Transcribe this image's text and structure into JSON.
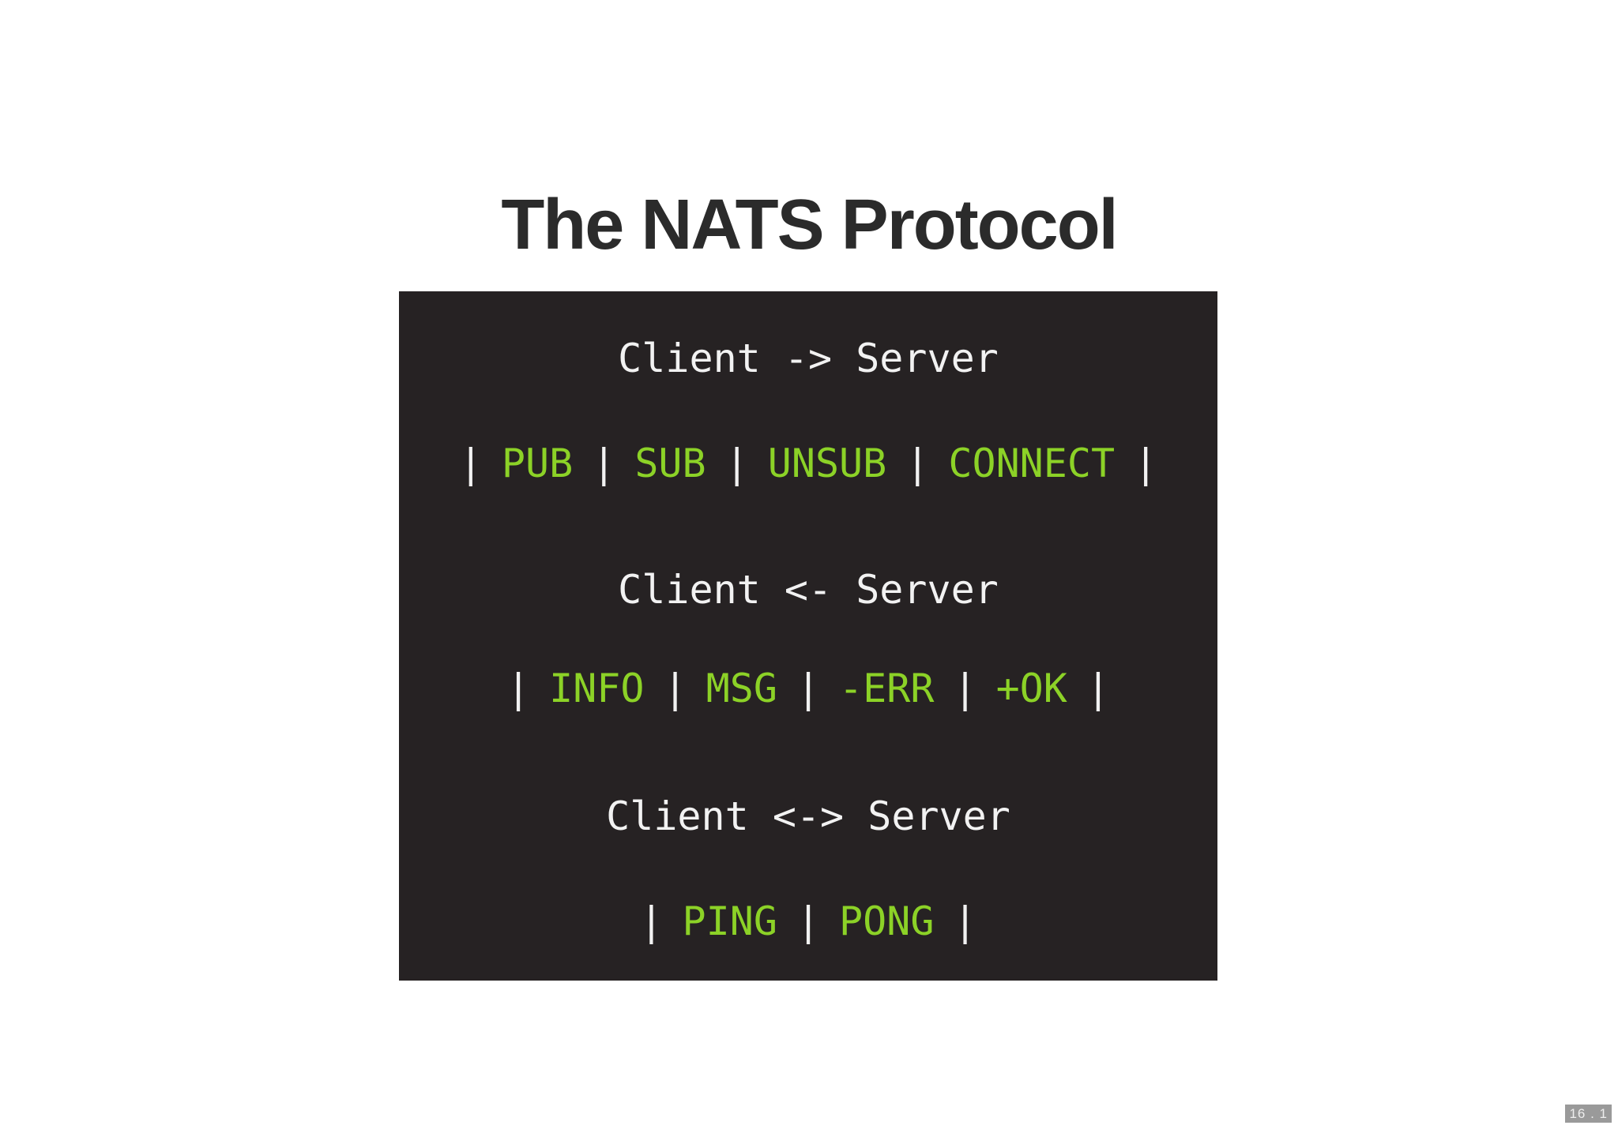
{
  "title": "The NATS Protocol",
  "slide_number": "16 . 1",
  "colors": {
    "page_bg": "#ffffff",
    "panel_bg": "#262223",
    "heading_text": "#f2f2f2",
    "separator_text": "#f2f2f2",
    "keyword_text": "#8CD227",
    "title_text": "#2b2b2b",
    "badge_bg": "#9a9a9a",
    "badge_text": "#eeeeee"
  },
  "panel": {
    "separator": "|",
    "groups": [
      {
        "heading": "Client -> Server",
        "keywords": [
          "PUB",
          "SUB",
          "UNSUB",
          "CONNECT"
        ]
      },
      {
        "heading": "Client <- Server",
        "keywords": [
          "INFO",
          "MSG",
          "-ERR",
          "+OK"
        ]
      },
      {
        "heading": "Client <-> Server",
        "keywords": [
          "PING",
          "PONG"
        ]
      }
    ]
  }
}
